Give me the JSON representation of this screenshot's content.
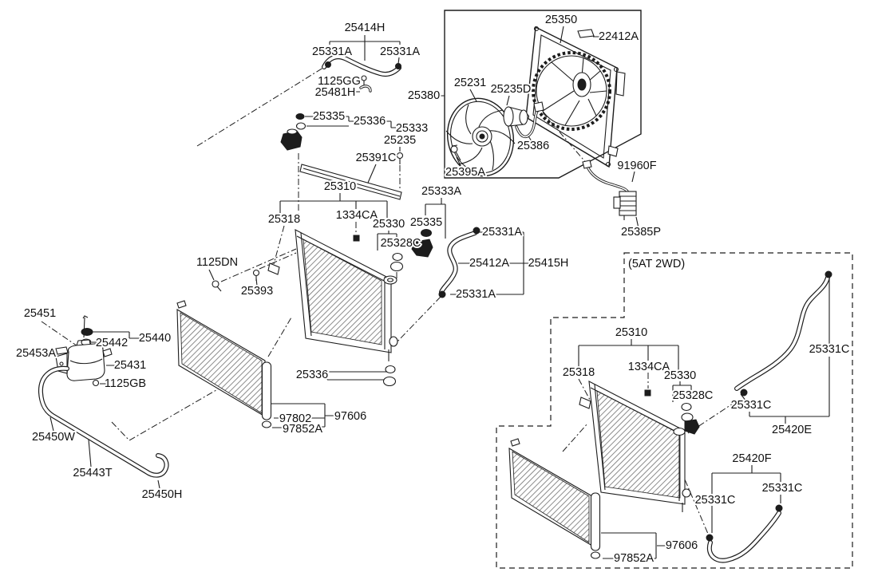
{
  "colors": {
    "background": "#ffffff",
    "line": "#1c1c1c",
    "hatch": "#777777"
  },
  "variant_note": "(5AT 2WD)",
  "labels": {
    "t1": "25414H",
    "t2": "25331A",
    "t3": "25331A",
    "t4": "1125GG",
    "t5": "25481H",
    "t6": "25380",
    "f1": "25335",
    "f2": "25336",
    "f3": "25333",
    "f4": "25235",
    "f5": "25391C",
    "r1": "25310",
    "r2": "25318",
    "r3": "1334CA",
    "r4": "25330",
    "r5": "25333A",
    "r6": "25335",
    "r7": "25328C",
    "h1": "25331A",
    "h2": "25412A",
    "h3": "25415H",
    "h4": "25331A",
    "n1": "25350",
    "n2": "22412A",
    "n3": "25231",
    "n4": "25235D",
    "n5": "25386",
    "n6": "25395A",
    "n7": "91960F",
    "n8": "25385P",
    "v1": "25451",
    "v2": "25453A",
    "v3": "25442",
    "v4": "25440",
    "v5": "25431",
    "v6": "1125GB",
    "v7": "25450W",
    "v8": "25443T",
    "v9": "25450H",
    "b1": "1125DN",
    "b2": "25393",
    "c1": "25336",
    "c2": "97802",
    "c3": "97606",
    "c4": "97852A",
    "s0": "(5AT 2WD)",
    "s1": "25310",
    "s2": "25318",
    "s3": "1334CA",
    "s4": "25330",
    "s5": "25328C",
    "s6": "25331C",
    "s7": "25331C",
    "s8": "25420E",
    "s9": "25420F",
    "s10": "25331C",
    "s11": "25331C",
    "s12": "97606",
    "s13": "97852A"
  }
}
